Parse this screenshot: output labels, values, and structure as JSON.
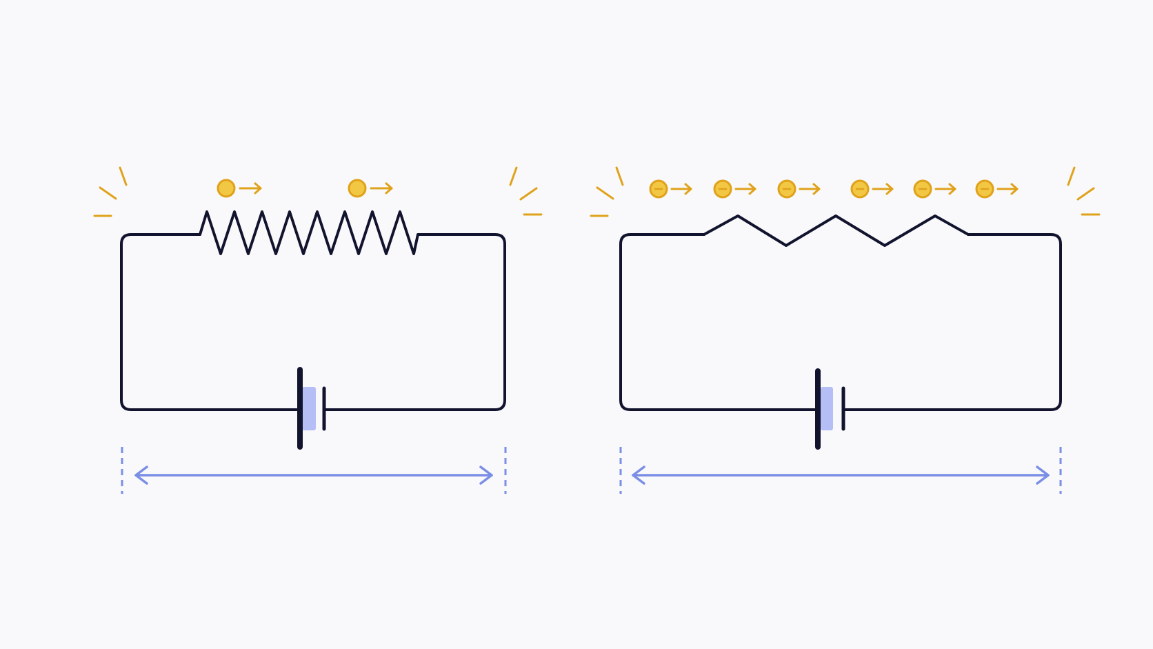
{
  "colors": {
    "background": "#f9f9fb",
    "wire": "#12142e",
    "electron": "#f2c744",
    "electron_outline": "#e0a21a",
    "flow_arrow": "#e0a21a",
    "glow_rays": "#e0a21a",
    "battery_highlight": "#aab4f5",
    "dimension_arrow": "#7b8ee6"
  },
  "circuits": [
    {
      "id": "left-circuit",
      "resistor_style": "tight-zigzag",
      "electron_count": 2,
      "electron_marker": "dot",
      "has_glow_rays": true,
      "has_width_arrow": true
    },
    {
      "id": "right-circuit",
      "resistor_style": "wide-zigzag",
      "electron_count": 6,
      "electron_marker": "minus-sign",
      "has_glow_rays": true,
      "has_width_arrow": true
    }
  ],
  "icons": {
    "electron": "electron-icon",
    "flow": "arrow-right-icon",
    "battery": "battery-icon",
    "resistor": "resistor-icon",
    "glow": "glow-rays-icon",
    "width": "double-arrow-icon"
  }
}
